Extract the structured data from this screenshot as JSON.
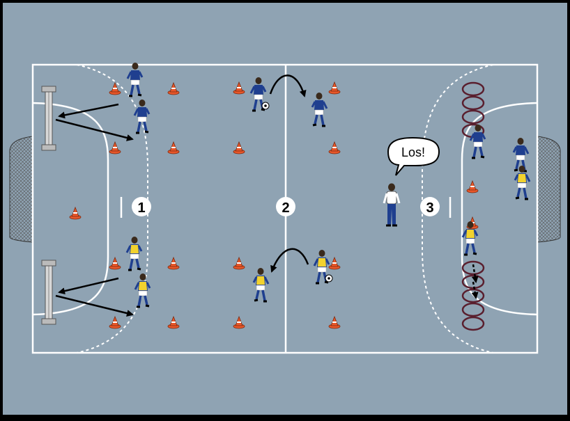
{
  "diagram": {
    "stations": [
      {
        "number": "1"
      },
      {
        "number": "2"
      },
      {
        "number": "3"
      }
    ],
    "speech_bubble": {
      "text": "Los!"
    }
  },
  "colors": {
    "field": "#8fa3b3",
    "lines": "#ffffff",
    "blue_team": "#1f3f8f",
    "yellow_bib": "#f2d22e",
    "cone": "#e8572a",
    "ring": "#5a1f2e",
    "border": "#000000"
  },
  "icons": [
    "goal-icon",
    "cone-icon",
    "ring-icon",
    "player-icon",
    "ball-icon",
    "coach-icon",
    "arrow-icon"
  ]
}
